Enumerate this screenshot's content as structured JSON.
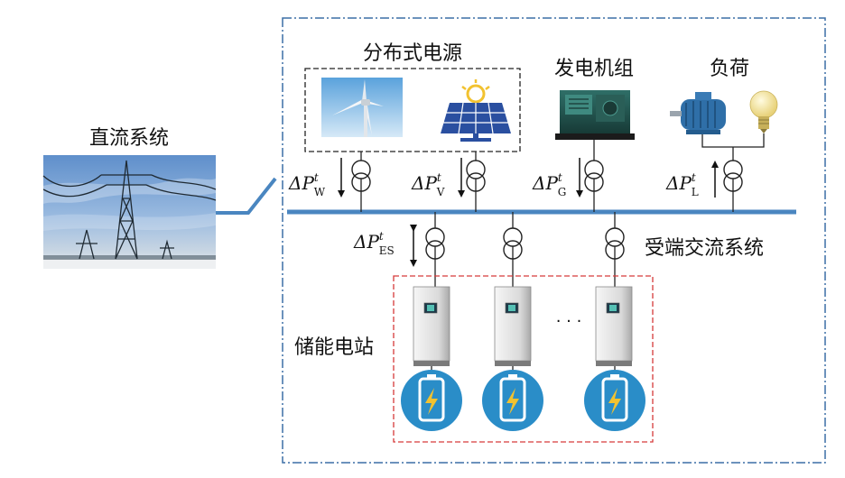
{
  "labels": {
    "dc_system": "直流系统",
    "distributed_source": "分布式电源",
    "generator_set": "发电机组",
    "load": "负荷",
    "receiving_ac_system": "受端交流系统",
    "energy_storage_station": "储能电站",
    "ellipsis": "· · ·"
  },
  "power_symbols": [
    {
      "id": "wind",
      "delta": "ΔP",
      "sup": "t",
      "sub": "W"
    },
    {
      "id": "pv",
      "delta": "ΔP",
      "sup": "t",
      "sub": "V"
    },
    {
      "id": "gen",
      "delta": "ΔP",
      "sup": "t",
      "sub": "G"
    },
    {
      "id": "load",
      "delta": "ΔP",
      "sup": "t",
      "sub": "L"
    },
    {
      "id": "es",
      "delta": "ΔP",
      "sup": "t",
      "sub": "ES"
    }
  ],
  "icons": [
    "transmission-tower-photo",
    "wind-turbine-icon",
    "solar-panel-icon",
    "diesel-generator-icon",
    "motor-icon",
    "light-bulb-icon",
    "transformer-icon",
    "inverter-cabinet-icon",
    "battery-icon"
  ],
  "colors": {
    "bus": "#4a86c0",
    "outer_border": "#3b6fa6",
    "storage_border": "#d63a3a",
    "battery_circle": "#2a8dc8",
    "battery_bolt": "#f2c230"
  }
}
